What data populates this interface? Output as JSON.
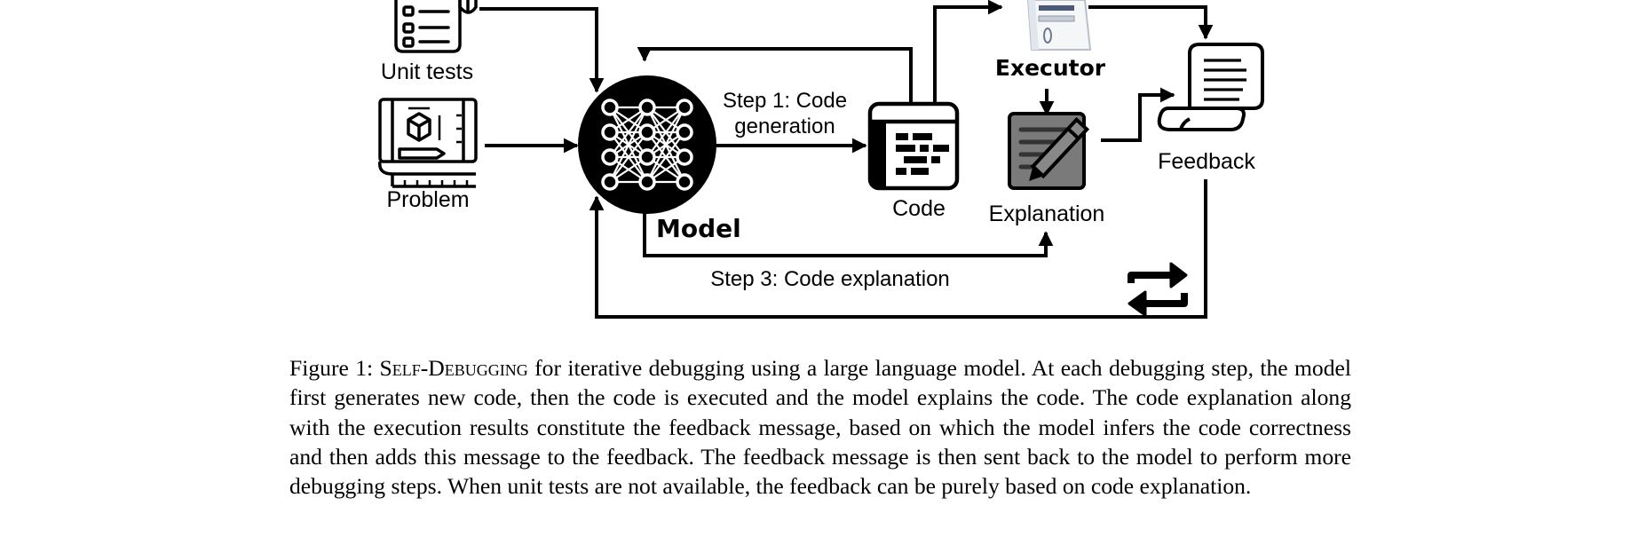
{
  "diagram": {
    "labels": {
      "unit_tests": "Unit tests",
      "problem": "Problem",
      "model": "Model",
      "step1_line1": "Step 1: Code",
      "step1_line2": "generation",
      "code": "Code",
      "executor": "Executor",
      "explanation": "Explanation",
      "feedback": "Feedback",
      "step3": "Step 3: Code explanation"
    },
    "icons": [
      "checklist-icon",
      "blueprint-icon",
      "neural-network-icon",
      "code-window-icon",
      "server-icon",
      "notepad-pencil-icon",
      "scroll-icon",
      "repeat-icon"
    ]
  },
  "caption": {
    "prefix": "Figure 1:",
    "method_name": "Self-Debugging",
    "text": "for iterative debugging using a large language model. At each debugging step, the model first generates new code, then the code is executed and the model explains the code. The code explanation along with the execution results constitute the feedback message, based on which the model infers the code correctness and then adds this message to the feedback. The feedback message is then sent back to the model to perform more debugging steps. When unit tests are not available, the feedback can be purely based on code explanation."
  }
}
